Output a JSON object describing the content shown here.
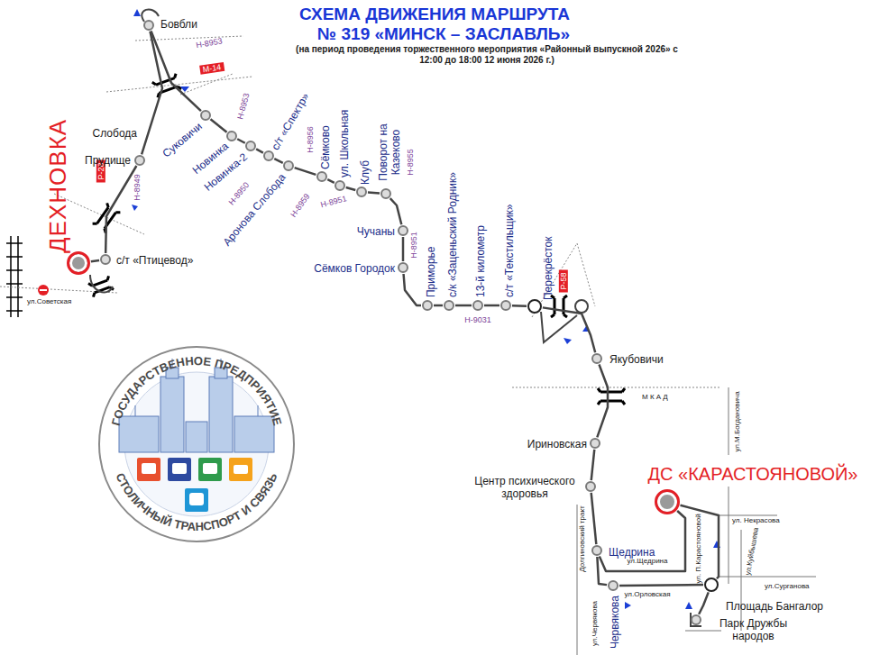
{
  "diagram": {
    "title": "СХЕМА ДВИЖЕНИЯ МАРШРУТА",
    "caption": "(на период проведения торжественного мероприятия «Районный выпускной 2026» с 12:00 до 18:00 12 июня 2026 г.)",
    "nodes": [
      {
        "text": [
          "ДЕХНОВКА"
        ]
      },
      {
        "text": [
          "с/т «Птицевод»"
        ]
      },
      {
        "text": [
          "Прудище"
        ]
      },
      {
        "text": [
          "Бовбли"
        ]
      },
      {
        "text": [
          "Суковичи"
        ]
      },
      {
        "text": [
          "Новинка"
        ]
      },
      {
        "text": [
          "Новинка-2"
        ]
      },
      {
        "text": [
          "с/т «Спектр»"
        ]
      },
      {
        "text": [
          "Аронова Слобода"
        ]
      },
      {
        "text": [
          "Сёмково"
        ]
      },
      {
        "text": [
          "ул. Школьная"
        ]
      },
      {
        "text": [
          "Клуб"
        ]
      },
      {
        "text": [
          "Поворот на Казеково"
        ]
      },
      {
        "text": [
          "Чучаны"
        ]
      },
      {
        "text": [
          "Сёмков Городок"
        ]
      },
      {
        "text": [
          "Приморье"
        ]
      },
      {
        "text": [
          "с/к «Заценьский Родник»"
        ]
      },
      {
        "text": [
          "13-й километр"
        ]
      },
      {
        "text": [
          "с/т «Текстильщик»"
        ]
      },
      {
        "text": [
          "Перекрёсток"
        ]
      },
      {
        "text": [
          "Якубовичи"
        ]
      },
      {
        "text": [
          "Ириновская"
        ]
      },
      {
        "text": [
          "Центр психического здоровья"
        ]
      },
      {
        "text": [
          "Щедрина"
        ]
      },
      {
        "text": [
          "Червякова"
        ]
      },
      {
        "text": [
          "Площадь Бангалор"
        ]
      },
      {
        "text": [
          "Парк Дружбы народов"
        ]
      },
      {
        "text": [
          "ДС «КАРАСТОЯНОВОЙ»"
        ]
      }
    ],
    "edges": [
      {
        "from": 0,
        "to": 1,
        "arrow": "none"
      },
      {
        "from": 1,
        "to": 2,
        "arrow": "none"
      },
      {
        "from": 2,
        "to": 3,
        "arrow": "none"
      },
      {
        "from": 3,
        "to": 4,
        "arrow": "none"
      },
      {
        "from": 4,
        "to": 5,
        "arrow": "none"
      },
      {
        "from": 5,
        "to": 6,
        "arrow": "none"
      },
      {
        "from": 6,
        "to": 7,
        "arrow": "none"
      },
      {
        "from": 7,
        "to": 8,
        "arrow": "none"
      },
      {
        "from": 8,
        "to": 9,
        "arrow": "none"
      },
      {
        "from": 9,
        "to": 10,
        "arrow": "none"
      },
      {
        "from": 10,
        "to": 11,
        "arrow": "none"
      },
      {
        "from": 11,
        "to": 12,
        "arrow": "none"
      },
      {
        "from": 12,
        "to": 13,
        "arrow": "none"
      },
      {
        "from": 13,
        "to": 14,
        "arrow": "none"
      },
      {
        "from": 14,
        "to": 15,
        "arrow": "none"
      },
      {
        "from": 15,
        "to": 16,
        "arrow": "none"
      },
      {
        "from": 16,
        "to": 17,
        "arrow": "none"
      },
      {
        "from": 17,
        "to": 18,
        "arrow": "none"
      },
      {
        "from": 18,
        "to": 19,
        "arrow": "none"
      },
      {
        "from": 19,
        "to": 20,
        "arrow": "none"
      },
      {
        "from": 20,
        "to": 21,
        "arrow": "none"
      },
      {
        "from": 21,
        "to": 22,
        "arrow": "none"
      },
      {
        "from": 22,
        "to": 23,
        "arrow": "none"
      },
      {
        "from": 23,
        "to": 24,
        "arrow": "none"
      },
      {
        "from": 24,
        "to": 25,
        "arrow": "none"
      },
      {
        "from": 25,
        "to": 26,
        "arrow": "none"
      },
      {
        "from": 25,
        "to": 27,
        "arrow": "none"
      },
      {
        "from": 27,
        "to": 23,
        "arrow": "none"
      }
    ],
    "labels": [
      "№ 319 «МИНСК – ЗАСЛАВЛЬ»",
      "Слобода",
      "Н-8953",
      "М-14",
      "Н-8953",
      "Н-8956",
      "Н-8950",
      "Н-8959",
      "Н-8951",
      "Н-8955",
      "Н-8951",
      "Н-9031",
      "Р-28",
      "Н-8949",
      "Р-58",
      "ул.Советская",
      "М К А Д",
      "ул.М.Богдановича",
      "ул. Некрасова",
      "ул. П.Карастояновой",
      "ул.Куйбышева",
      "ул.Сурганова",
      "ул.Щедрина",
      "ул.Орловская",
      "Долгиновский тракт",
      "ул.Червякова",
      "ГОСУДАРСТВЕННОЕ ПРЕДПРИЯТИЕ",
      "СТОЛИЧНЫЙ ТРАНСПОРТ И СВЯЗЬ"
    ]
  }
}
